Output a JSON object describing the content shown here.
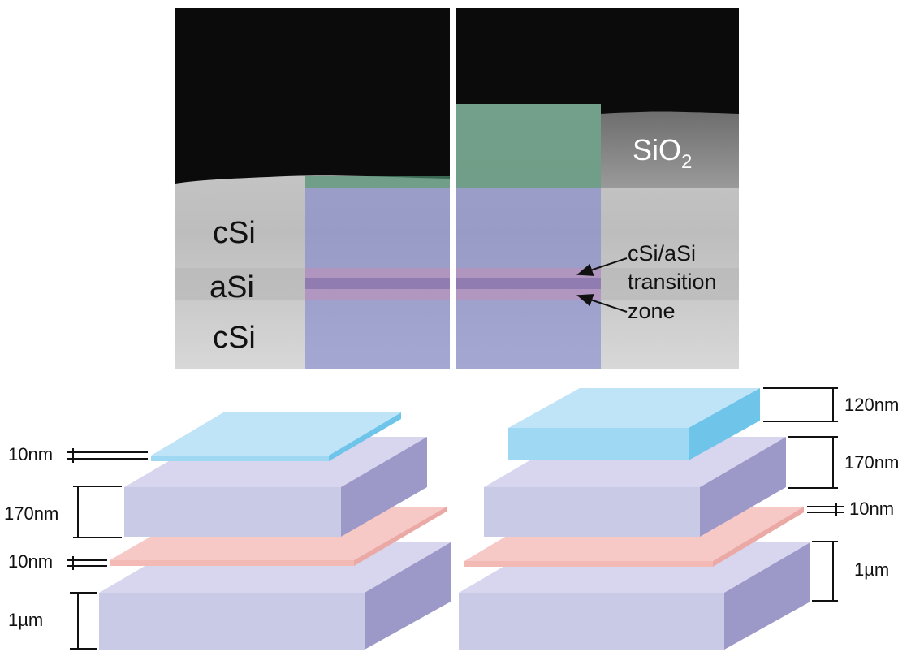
{
  "micrograph": {
    "labels": {
      "top_csi": "cSi",
      "asi": "aSi",
      "bottom_csi": "cSi",
      "sio2_main": "SiO",
      "sio2_sub": "2",
      "transition_line1": "cSi/aSi",
      "transition_line2": "transition",
      "transition_line3": "zone"
    }
  },
  "left_stack": {
    "dims": {
      "cap": "10nm",
      "upper_csi": "170nm",
      "asi": "10nm",
      "lower_csi": "1µm"
    }
  },
  "right_stack": {
    "dims": {
      "cap": "120nm",
      "upper_csi": "170nm",
      "asi": "10nm",
      "lower_csi": "1µm"
    }
  },
  "colors": {
    "csi_block": "#c9cae6",
    "csi_side": "#9c98c8",
    "csi_top": "#d7d6ee",
    "asi_layer": "#f6c9c7",
    "cap_top": "#bfe4f7",
    "cap_front": "#9fd8f2",
    "cap_side": "#6fc4ea",
    "green_overlay": "#4f8e6f",
    "blue_overlay": "#7b7fd0",
    "pink_band": "#c890b8"
  }
}
